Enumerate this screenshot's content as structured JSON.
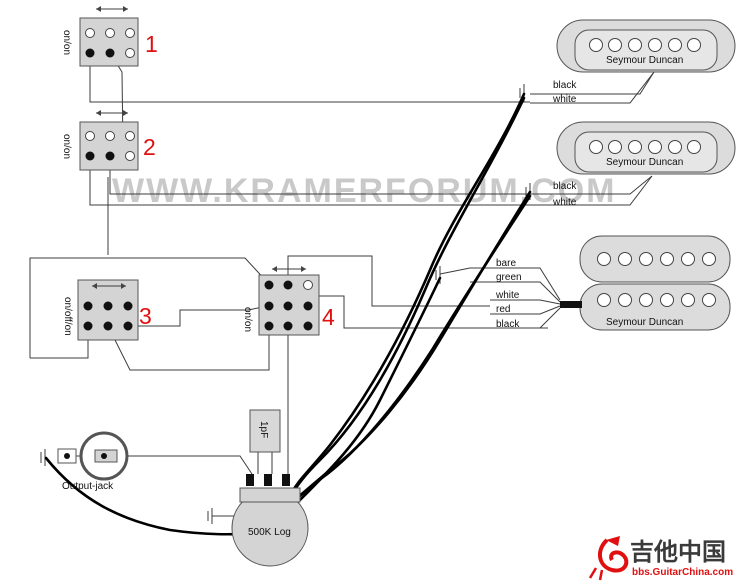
{
  "watermark": "WWW.KRAMERFORUM.COM",
  "switches": [
    {
      "number": "1",
      "mode": "on/on"
    },
    {
      "number": "2",
      "mode": "on/on"
    },
    {
      "number": "3",
      "mode": "on/off/on"
    },
    {
      "number": "4",
      "mode": "on/on"
    }
  ],
  "pickups": [
    {
      "brand": "Seymour Duncan",
      "wires": [
        "black",
        "white"
      ]
    },
    {
      "brand": "Seymour Duncan",
      "wires": [
        "black",
        "white"
      ]
    },
    {
      "brand": "Seymour Duncan",
      "wires": [
        "bare",
        "green",
        "white",
        "red",
        "black"
      ]
    }
  ],
  "capacitor": "1pF",
  "pot": "500K Log",
  "jack": "Output-jack",
  "logo": {
    "chinese": "吉他中国",
    "url": "bbs.GuitarChina.com",
    "icon": "dragon-logo-icon"
  },
  "colors": {
    "label_numbers": "#e01010",
    "cables": "#000000"
  }
}
